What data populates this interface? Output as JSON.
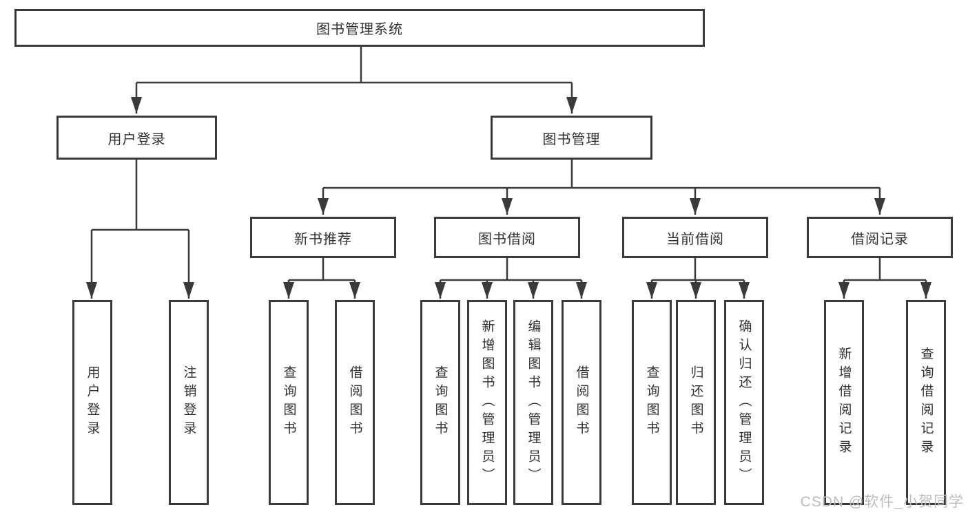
{
  "diagram_title": "图书管理系统",
  "tree": {
    "label": "图书管理系统",
    "children": [
      {
        "label": "用户登录",
        "children": [
          {
            "label": "用户登录"
          },
          {
            "label": "注销登录"
          }
        ]
      },
      {
        "label": "图书管理",
        "children": [
          {
            "label": "新书推荐",
            "children": [
              {
                "label": "查询图书"
              },
              {
                "label": "借阅图书"
              }
            ]
          },
          {
            "label": "图书借阅",
            "children": [
              {
                "label": "查询图书"
              },
              {
                "label": "新增图书（管理员）"
              },
              {
                "label": "编辑图书（管理员）"
              },
              {
                "label": "借阅图书"
              }
            ]
          },
          {
            "label": "当前借阅",
            "children": [
              {
                "label": "查询图书"
              },
              {
                "label": "归还图书"
              },
              {
                "label": "确认归还（管理员）"
              }
            ]
          },
          {
            "label": "借阅记录",
            "children": [
              {
                "label": "新增借阅记录"
              },
              {
                "label": "查询借阅记录"
              }
            ]
          }
        ]
      }
    ]
  },
  "watermark": {
    "text": "CSDN @软件_小贺同学"
  },
  "colors": {
    "line": "#3a3a3a",
    "box_border": "#3a3a3a",
    "text": "#303030",
    "watermark": "#bcbcbc",
    "background": "#ffffff"
  }
}
